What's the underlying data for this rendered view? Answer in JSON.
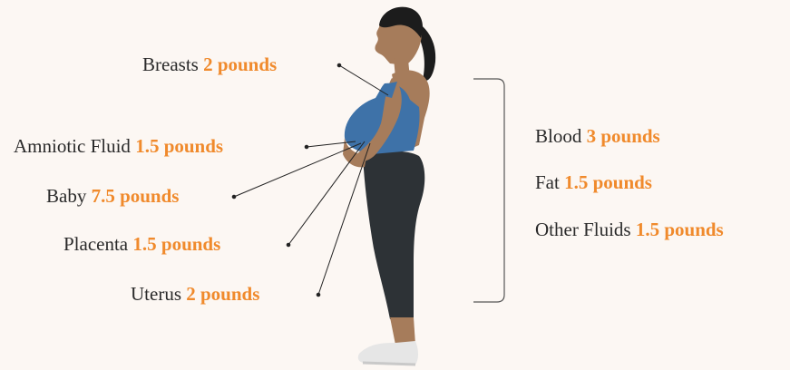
{
  "colors": {
    "background": "#fcf7f3",
    "text": "#2a2a2a",
    "amount": "#f08a2c",
    "skin": "#a67c5b",
    "hair": "#1c1c1c",
    "top": "#3e72a8",
    "pants": "#2d3236",
    "shoes": "#e6e6e6"
  },
  "left_labels": [
    {
      "name": "Breasts",
      "amount": "2 pounds"
    },
    {
      "name": "Amniotic Fluid",
      "amount": "1.5 pounds"
    },
    {
      "name": "Baby",
      "amount": "7.5 pounds"
    },
    {
      "name": "Placenta",
      "amount": "1.5 pounds"
    },
    {
      "name": "Uterus",
      "amount": "2 pounds"
    }
  ],
  "right_labels": [
    {
      "name": "Blood",
      "amount": "3 pounds"
    },
    {
      "name": "Fat",
      "amount": "1.5 pounds"
    },
    {
      "name": "Other Fluids",
      "amount": "1.5 pounds"
    }
  ]
}
